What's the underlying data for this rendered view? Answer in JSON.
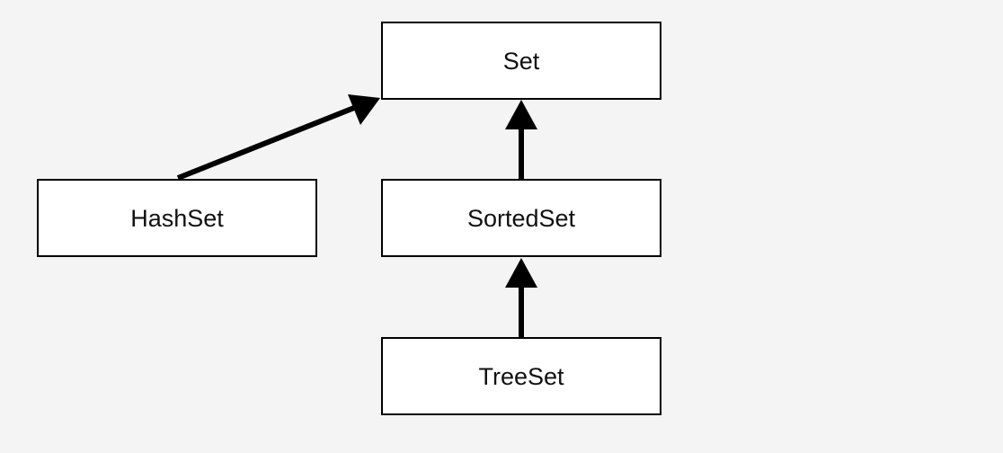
{
  "diagram": {
    "background": "#f4f4f4",
    "box_fill": "#ffffff",
    "stroke_color": "#000000",
    "nodes": {
      "set": {
        "label": "Set"
      },
      "hashset": {
        "label": "HashSet"
      },
      "sortedset": {
        "label": "SortedSet"
      },
      "treeset": {
        "label": "TreeSet"
      }
    },
    "edges": [
      {
        "from": "hashset",
        "to": "set"
      },
      {
        "from": "sortedset",
        "to": "set"
      },
      {
        "from": "treeset",
        "to": "sortedset"
      }
    ]
  }
}
